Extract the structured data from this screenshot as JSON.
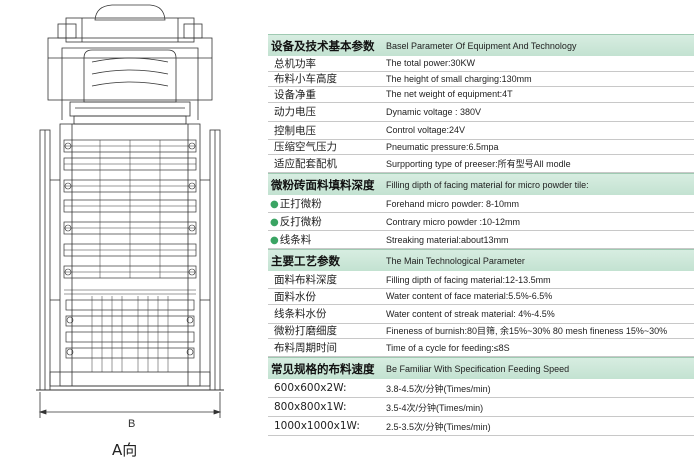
{
  "drawing": {
    "dimension_label": "B",
    "view_label": "A向"
  },
  "spec": {
    "basic": {
      "title_zh": "设备及技术基本参数",
      "title_en": "Basel Parameter Of Equipment And Technology",
      "rows": [
        {
          "zh": "总机功率",
          "en": "The total power:30KW"
        },
        {
          "zh": "布料小车高度",
          "en": "The height of small charging:130mm"
        },
        {
          "zh": "设备净重",
          "en": "The net weight of equipment:4T"
        },
        {
          "zh": "动力电压",
          "en": "Dynamic voltage : 380V"
        },
        {
          "zh": "控制电压",
          "en": "Control voltage:24V"
        },
        {
          "zh": "压缩空气压力",
          "en": "Pneumatic pressure:6.5mpa"
        },
        {
          "zh": "适应配套配机",
          "en": "Surpporting type of preeser:所有型号All modle"
        }
      ]
    },
    "facing": {
      "title_zh": "微粉砖面料填料深度",
      "title_en": "Filling dipth of facing material for micro powder tile:",
      "rows": [
        {
          "zh": "正打微粉",
          "en": "Forehand micro powder: 8-10mm"
        },
        {
          "zh": "反打微粉",
          "en": "Contrary micro powder :10-12mm"
        },
        {
          "zh": "线条料",
          "en": "Streaking material:about13mm"
        }
      ]
    },
    "tech": {
      "title_zh": "主要工艺参数",
      "title_en": "The Main Technological Parameter",
      "rows": [
        {
          "zh": "面料布料深度",
          "en": "Filling dipth of facing material:12-13.5mm"
        },
        {
          "zh": "面料水份",
          "en": "Water content of face material:5.5%-6.5%"
        },
        {
          "zh": "线条料水份",
          "en": "Water content of streak material: 4%-4.5%"
        },
        {
          "zh": "微粉打磨细度",
          "en": "Fineness of burnish:80目筛, 余15%~30% 80 mesh fineness 15%~30%"
        },
        {
          "zh": "布料周期时间",
          "en": "Time of a cycle for feeding:≤8S"
        }
      ]
    },
    "speed": {
      "title_zh": "常见规格的布料速度",
      "title_en": "Be Familiar With Specification Feeding Speed",
      "rows": [
        {
          "zh": "600x600x2W:",
          "en": "3.8-4.5次/分钟(Times/min)"
        },
        {
          "zh": "800x800x1W:",
          "en": "3.5-4次/分钟(Times/min)"
        },
        {
          "zh": "1000x1000x1W:",
          "en": "2.5-3.5次/分钟(Times/min)"
        }
      ]
    }
  },
  "colors": {
    "header_bg": "#c9e6d5",
    "bullet": "#3aa463",
    "line": "#333333"
  }
}
